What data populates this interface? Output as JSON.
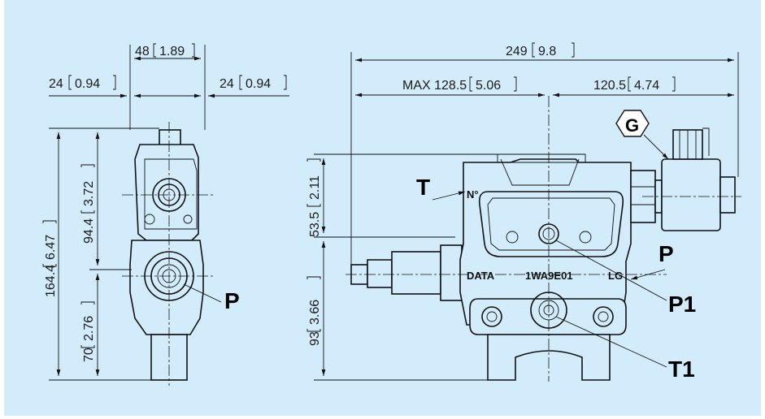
{
  "dimensions": {
    "top_width": "48",
    "top_width_in": "1.89",
    "left_half": "24",
    "left_half_in": "0.94",
    "right_half": "24",
    "right_half_in": "0.94",
    "total_length": "249",
    "total_length_in": "9.8",
    "max_left": "MAX 128.5",
    "max_left_in": "5.06",
    "right_part": "120.5",
    "right_part_in": "4.74",
    "total_height": "164.4",
    "total_height_in": "6.47",
    "upper_height": "94.4",
    "upper_height_in": "3.72",
    "lower_height": "70",
    "lower_height_in": "2.76",
    "side_upper": "53.5",
    "side_upper_in": "2.11",
    "side_lower": "93",
    "side_lower_in": "3.66"
  },
  "ports": {
    "p_front": "P",
    "t_side": "T",
    "g": "G",
    "p_side": "P",
    "p1": "P1",
    "t1": "T1"
  },
  "markings": {
    "serial": "N°",
    "data": "DATA",
    "model": "1WA9E01",
    "lg": "LG"
  }
}
